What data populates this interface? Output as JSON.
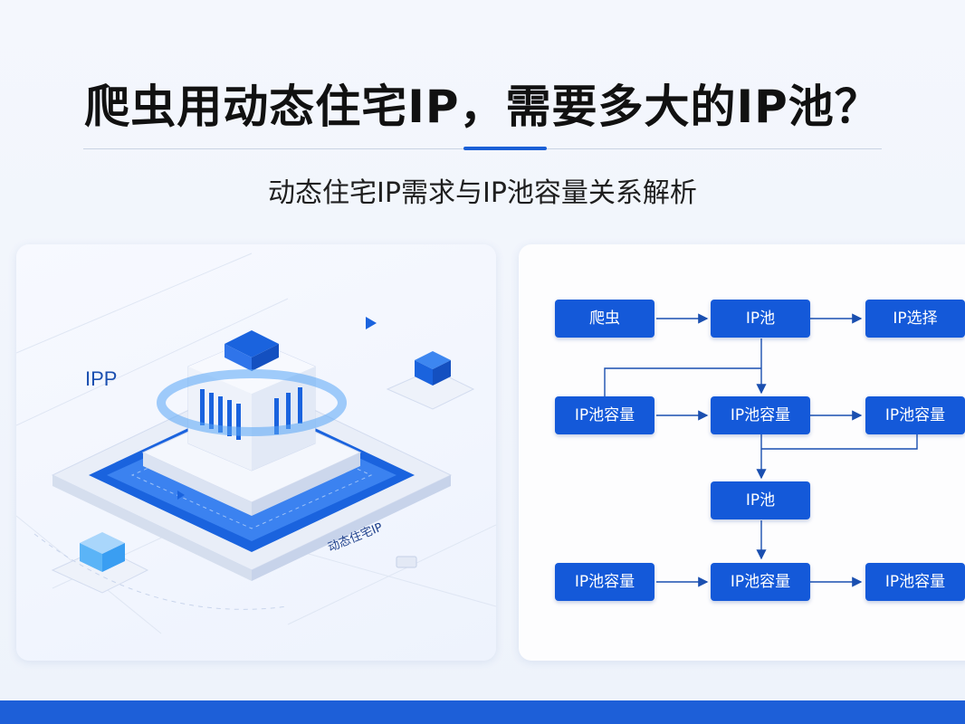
{
  "header": {
    "title": "爬虫用动态住宅IP，需要多大的IP池？",
    "subtitle": "动态住宅IP需求与IP池容量关系解析"
  },
  "illustration": {
    "label_ipp": "IPP",
    "label_base": "动态住宅IP"
  },
  "flowchart": {
    "nodes": [
      {
        "id": "n1",
        "label": "爬虫"
      },
      {
        "id": "n2",
        "label": "IP池"
      },
      {
        "id": "n3",
        "label": "IP选择"
      },
      {
        "id": "n4",
        "label": "IP池容量"
      },
      {
        "id": "n5",
        "label": "IP池容量"
      },
      {
        "id": "n6",
        "label": "IP池容量"
      },
      {
        "id": "n7",
        "label": "IP池"
      },
      {
        "id": "n8",
        "label": "IP池容量"
      },
      {
        "id": "n9",
        "label": "IP池容量"
      },
      {
        "id": "n10",
        "label": "IP池容量"
      }
    ]
  },
  "colors": {
    "accent": "#1459d9",
    "bar": "#1d5fd8"
  }
}
